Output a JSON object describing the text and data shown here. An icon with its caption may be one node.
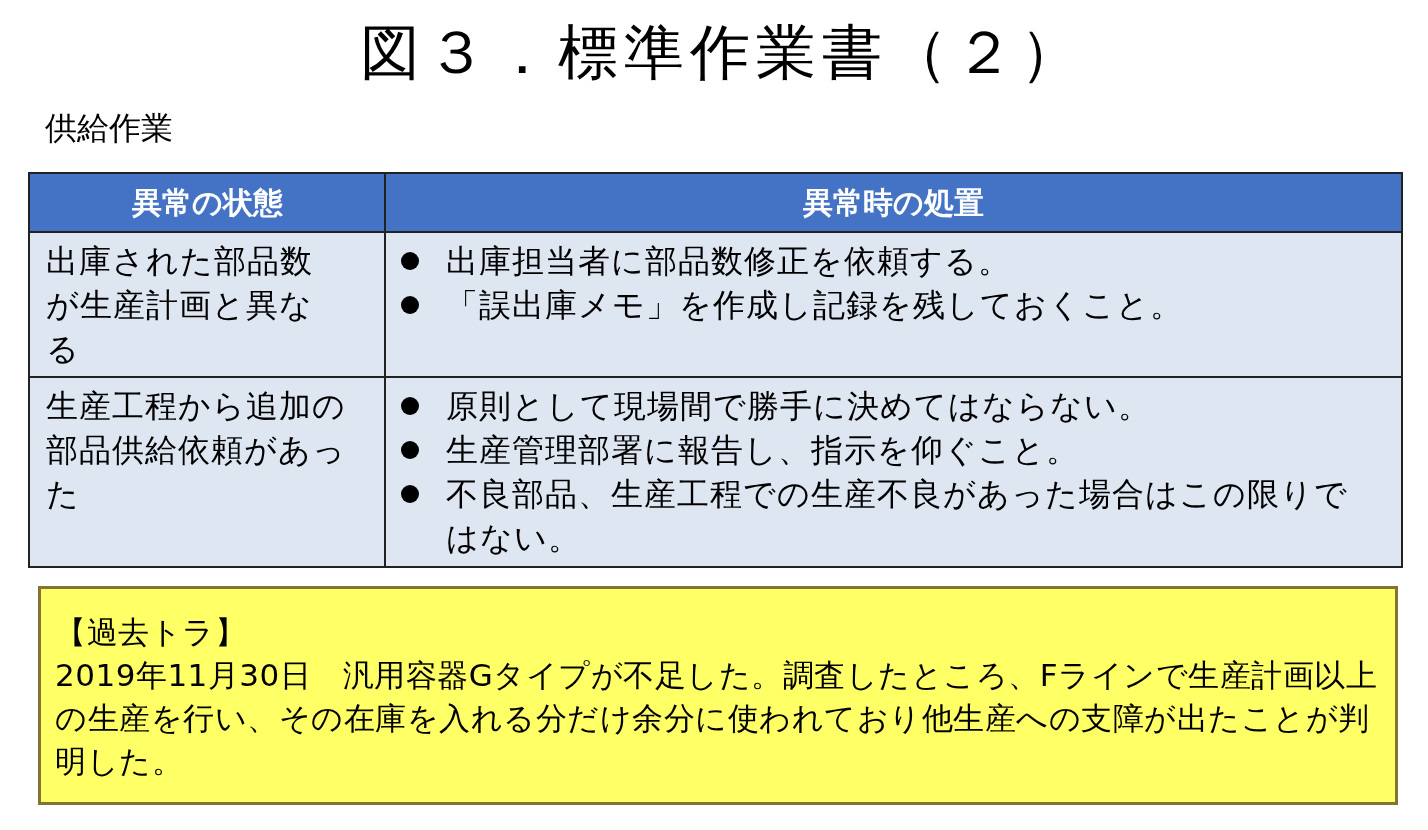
{
  "diagram": {
    "title": "図３．標準作業書（２）",
    "nodes": [
      {
        "text": [
          "【過去トラ】",
          "2019年11月30日　汎用容器Gタイプが不足した。調査したところ、Fラインで生産計画以上の生産を行い、その在庫を入れる分だけ余分に使われており他生産への支障が出たことが判明した。"
        ]
      }
    ],
    "labels": [
      "供給作業",
      "異常の状態",
      "異常時の処置",
      "出庫された部品数が生産計画と異なる",
      "出庫担当者に部品数修正を依頼する。",
      "「誤出庫メモ」を作成し記録を残しておくこと。",
      "生産工程から追加の部品供給依頼があった",
      "原則として現場間で勝手に決めてはならない。",
      "生産管理部署に報告し、指示を仰ぐこと。",
      "不良部品、生産工程での生産不良があった場合はこの限りではない。"
    ]
  }
}
